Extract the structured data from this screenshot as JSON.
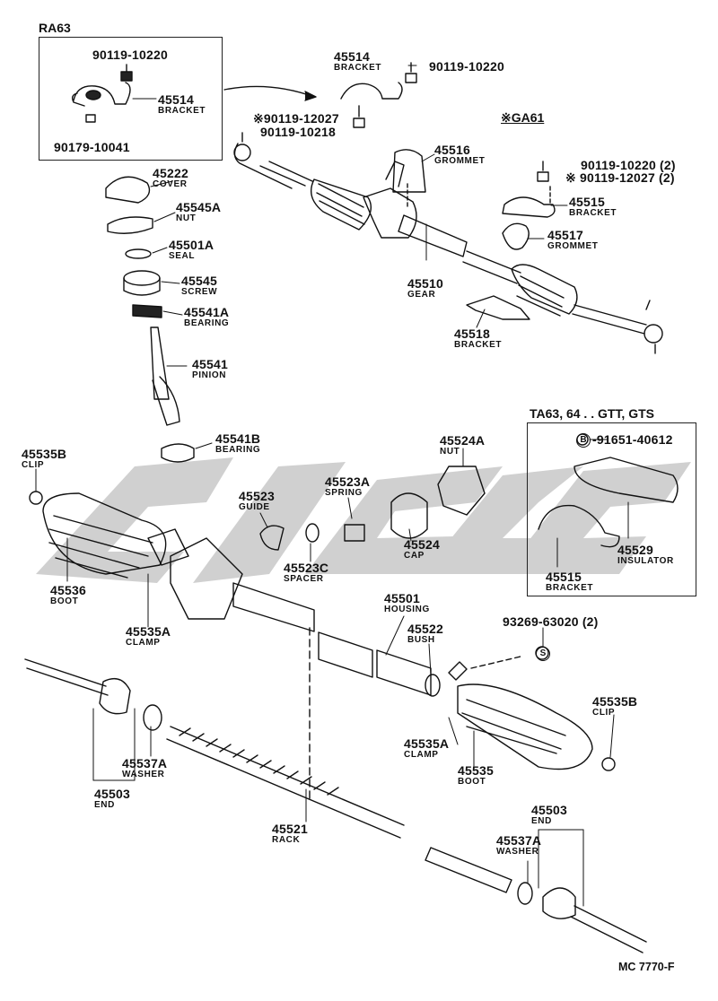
{
  "watermark": {
    "text": "ГИБС",
    "color": "#bdbdbd"
  },
  "figure_code": "MC 7770-F",
  "boxes": {
    "ra63": {
      "title": "RA63"
    },
    "ta63": {
      "title": "TA63, 64 . . GTT, GTS"
    }
  },
  "ga61_tag": "※GA61",
  "labels": [
    {
      "id": "ra63-90119-10220",
      "pn": "90119-10220",
      "name": ""
    },
    {
      "id": "ra63-45514",
      "pn": "45514",
      "name": "BRACKET"
    },
    {
      "id": "ra63-90179-10041",
      "pn": "90179-10041",
      "name": ""
    },
    {
      "id": "top-45514",
      "pn": "45514",
      "name": "BRACKET"
    },
    {
      "id": "top-90119-10220",
      "pn": "90119-10220",
      "name": ""
    },
    {
      "id": "top-90119-12027",
      "pn": "※90119-12027",
      "name": ""
    },
    {
      "id": "top-90119-10218",
      "pn": "90119-10218",
      "name": ""
    },
    {
      "id": "45516",
      "pn": "45516",
      "name": "GROMMET"
    },
    {
      "id": "right-90119-10220",
      "pn": "90119-10220 (2)",
      "name": ""
    },
    {
      "id": "right-90119-12027",
      "pn": "※ 90119-12027 (2)",
      "name": ""
    },
    {
      "id": "45515-top",
      "pn": "45515",
      "name": "BRACKET"
    },
    {
      "id": "45517",
      "pn": "45517",
      "name": "GROMMET"
    },
    {
      "id": "45510",
      "pn": "45510",
      "name": "GEAR"
    },
    {
      "id": "45518",
      "pn": "45518",
      "name": "BRACKET"
    },
    {
      "id": "45222",
      "pn": "45222",
      "name": "COVER"
    },
    {
      "id": "45545A",
      "pn": "45545A",
      "name": "NUT"
    },
    {
      "id": "45501A",
      "pn": "45501A",
      "name": "SEAL"
    },
    {
      "id": "45545",
      "pn": "45545",
      "name": "SCREW"
    },
    {
      "id": "45541A",
      "pn": "45541A",
      "name": "BEARING"
    },
    {
      "id": "45541",
      "pn": "45541",
      "name": "PINION"
    },
    {
      "id": "45541B",
      "pn": "45541B",
      "name": "BEARING"
    },
    {
      "id": "45535B-left",
      "pn": "45535B",
      "name": "CLIP"
    },
    {
      "id": "45523",
      "pn": "45523",
      "name": "GUIDE"
    },
    {
      "id": "45523A",
      "pn": "45523A",
      "name": "SPRING"
    },
    {
      "id": "45523C",
      "pn": "45523C",
      "name": "SPACER"
    },
    {
      "id": "45524",
      "pn": "45524",
      "name": "CAP"
    },
    {
      "id": "45524A",
      "pn": "45524A",
      "name": "NUT"
    },
    {
      "id": "91651-40612",
      "pn": "-91651-40612",
      "name": ""
    },
    {
      "id": "45529",
      "pn": "45529",
      "name": "INSULATOR"
    },
    {
      "id": "45515-box",
      "pn": "45515",
      "name": "BRACKET"
    },
    {
      "id": "45536",
      "pn": "45536",
      "name": "BOOT"
    },
    {
      "id": "45535A-left",
      "pn": "45535A",
      "name": "CLAMP"
    },
    {
      "id": "45501",
      "pn": "45501",
      "name": "HOUSING"
    },
    {
      "id": "45522",
      "pn": "45522",
      "name": "BUSH"
    },
    {
      "id": "93269-63020",
      "pn": "93269-63020 (2)",
      "name": ""
    },
    {
      "id": "45535B-right",
      "pn": "45535B",
      "name": "CLIP"
    },
    {
      "id": "45535A-right",
      "pn": "45535A",
      "name": "CLAMP"
    },
    {
      "id": "45535",
      "pn": "45535",
      "name": "BOOT"
    },
    {
      "id": "45537A-left",
      "pn": "45537A",
      "name": "WASHER"
    },
    {
      "id": "45503-left",
      "pn": "45503",
      "name": "END"
    },
    {
      "id": "45521",
      "pn": "45521",
      "name": "RACK"
    },
    {
      "id": "45503-right",
      "pn": "45503",
      "name": "END"
    },
    {
      "id": "45537A-right",
      "pn": "45537A",
      "name": "WASHER"
    }
  ],
  "markers": {
    "s_symbol": "S",
    "b_symbol": "B"
  }
}
